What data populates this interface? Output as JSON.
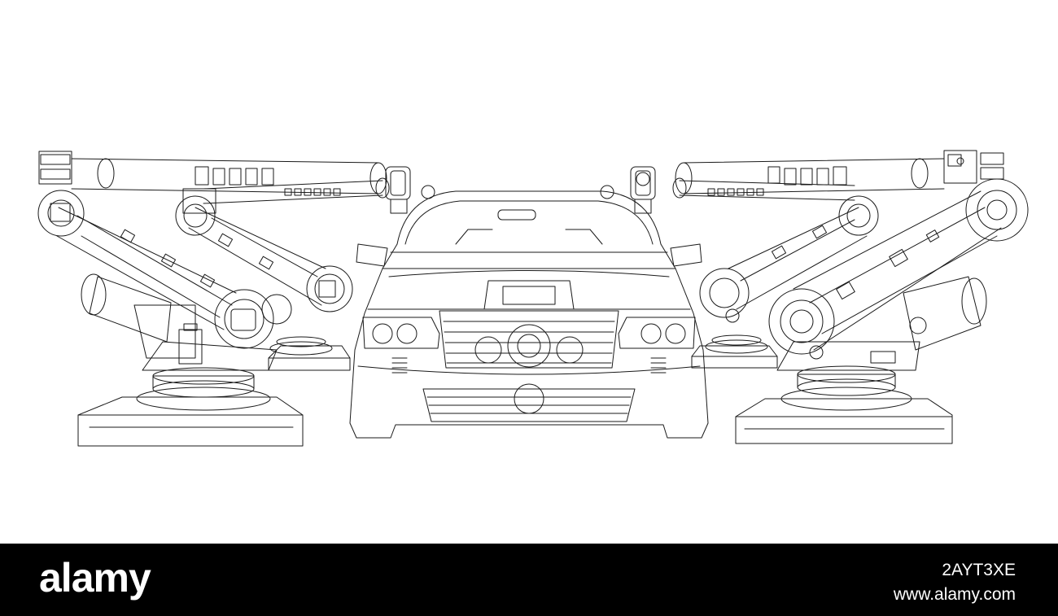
{
  "colors": {
    "background": "#ffffff",
    "line_art": "#1a1a1a",
    "footer_background": "#000000",
    "footer_text": "#ffffff"
  },
  "illustration": {
    "subject_icon": "car-wireframe-icon",
    "robot_icon": "robotic-arm-wireframe-icon"
  },
  "footer": {
    "brand": "alamy",
    "image_id": "2AYT3XE",
    "url": "www.alamy.com"
  }
}
